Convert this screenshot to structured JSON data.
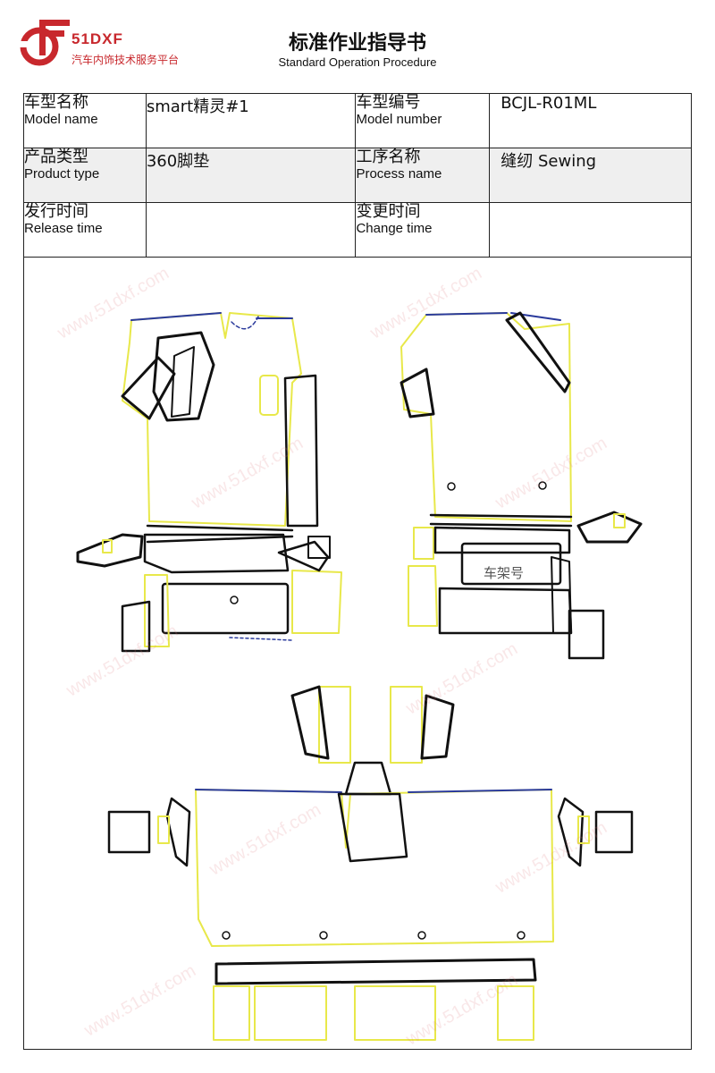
{
  "brand": {
    "name": "51DXF",
    "tagline": "汽车内饰技术服务平台",
    "color": "#c8282d"
  },
  "document": {
    "title": "标准作业指导书",
    "subtitle": "Standard Operation Procedure"
  },
  "info": {
    "model_name_label_cn": "车型名称",
    "model_name_label_en": "Model name",
    "model_name": "smart精灵#1",
    "model_number_label_cn": "车型编号",
    "model_number_label_en": "Model number",
    "model_number": "BCJL-R01ML",
    "product_type_label_cn": "产品类型",
    "product_type_label_en": "Product type",
    "product_type": "360脚垫",
    "process_name_label_cn": "工序名称",
    "process_name_label_en": "Process name",
    "process_name": "缝纫 Sewing",
    "release_time_label_cn": "发行时间",
    "release_time_label_en": "Release time",
    "release_time": "",
    "change_time_label_cn": "变更时间",
    "change_time_label_en": "Change time",
    "change_time": ""
  },
  "drawing": {
    "frame_label": "车架号",
    "watermark": "www.51dxf.com",
    "colors": {
      "outline": "#111111",
      "edge_yellow": "#e8e84a",
      "edge_blue": "#2a3a9c"
    }
  }
}
